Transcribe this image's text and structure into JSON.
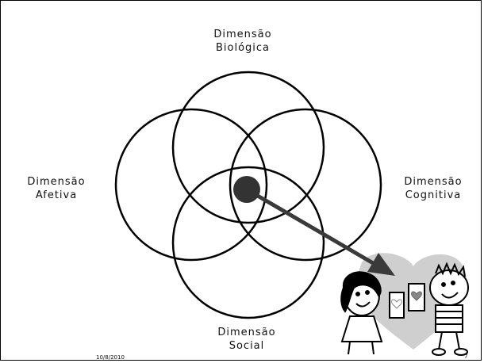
{
  "diagram": {
    "top_label": [
      "Dimensão",
      "Biológica"
    ],
    "left_label": [
      "Dimensão",
      "Afetiva"
    ],
    "right_label": [
      "Dimensão",
      "Cognitiva"
    ],
    "bottom_label": [
      "Dimensão",
      "Social"
    ]
  },
  "footer": {
    "date": "10/8/2010",
    "page": "7"
  },
  "icons": {
    "clipart": "children-with-hearts-clipart"
  }
}
